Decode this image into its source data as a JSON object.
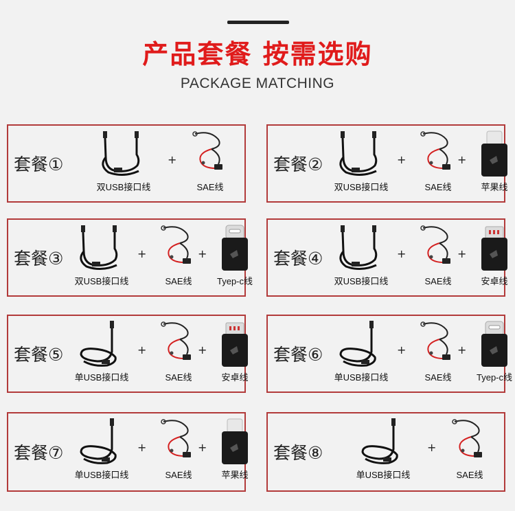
{
  "header": {
    "title": "产品套餐  按需选购",
    "subtitle": "PACKAGE MATCHING"
  },
  "plus_sign": "+",
  "packages": [
    {
      "name": "套餐①",
      "items": [
        "双USB接口线",
        "SAE线"
      ]
    },
    {
      "name": "套餐②",
      "items": [
        "双USB接口线",
        "SAE线",
        "苹果线"
      ]
    },
    {
      "name": "套餐③",
      "items": [
        "双USB接口线",
        "SAE线",
        "Tyep-c线"
      ]
    },
    {
      "name": "套餐④",
      "items": [
        "双USB接口线",
        "SAE线",
        "安卓线"
      ]
    },
    {
      "name": "套餐⑤",
      "items": [
        "单USB接口线",
        "SAE线",
        "安卓线"
      ]
    },
    {
      "name": "套餐⑥",
      "items": [
        "单USB接口线",
        "SAE线",
        "Tyep-c线"
      ]
    },
    {
      "name": "套餐⑦",
      "items": [
        "单USB接口线",
        "SAE线",
        "苹果线"
      ]
    },
    {
      "name": "套餐⑧",
      "items": [
        "单USB接口线",
        "SAE线"
      ]
    }
  ],
  "colors": {
    "title": "#e01b1b",
    "border": "#b23a3a",
    "sae_wire": "#d42020"
  }
}
